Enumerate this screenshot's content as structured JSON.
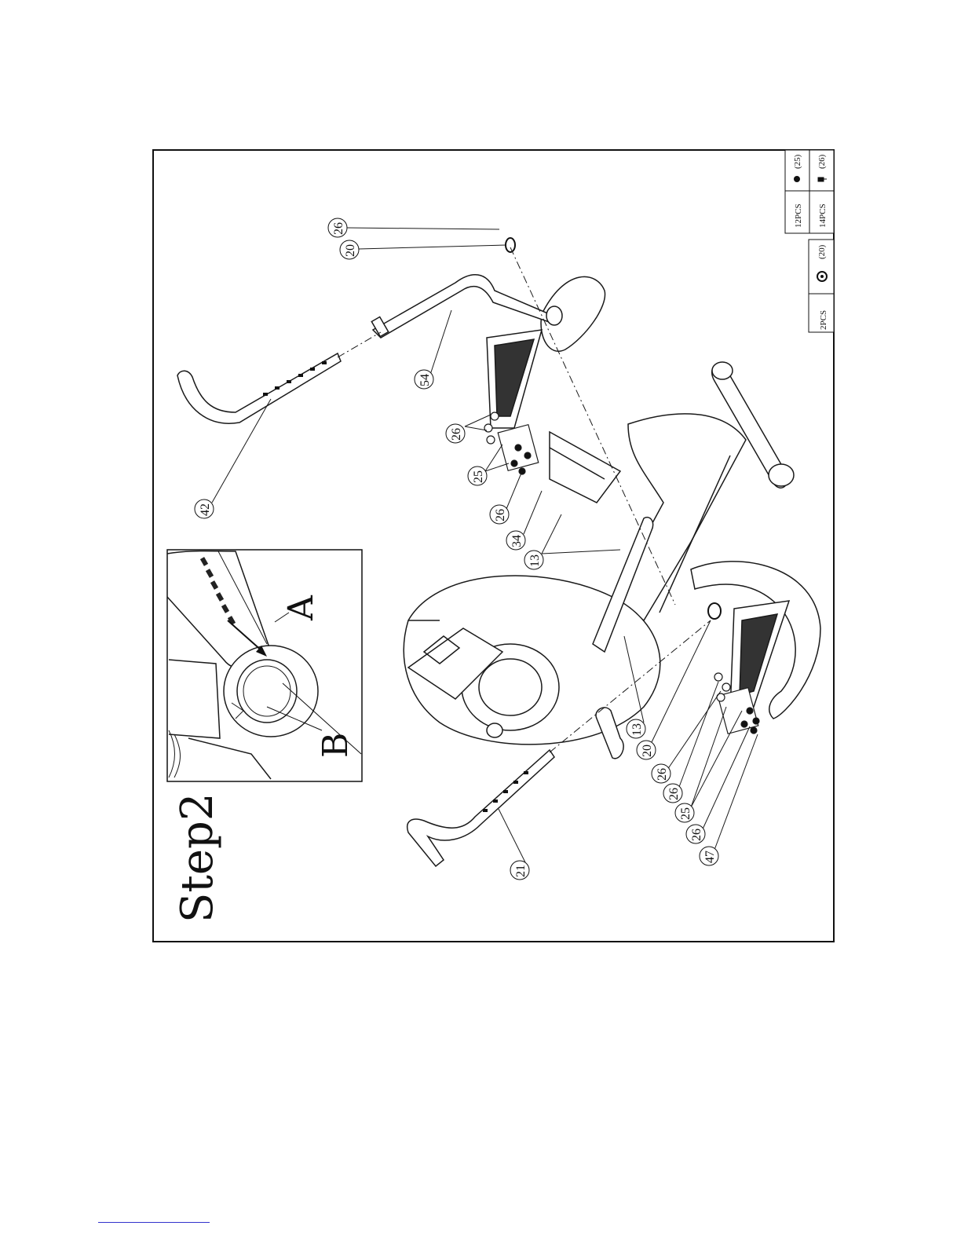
{
  "step_title": "Step2",
  "detail_labels": {
    "a": "A",
    "b": "B"
  },
  "hardware": [
    {
      "qty": "2PCS",
      "part": "(20)",
      "icon": "washer-icon"
    },
    {
      "qty": "12PCS",
      "part": "(25)",
      "icon": "nut-icon"
    },
    {
      "qty": "14PCS",
      "part": "(26)",
      "icon": "screw-icon"
    }
  ],
  "callouts": {
    "c26_top": "26",
    "c20_top": "20",
    "c54": "54",
    "c42": "42",
    "c26_ul": "26",
    "c25_u": "25",
    "c26_um": "26",
    "c34": "34",
    "c13_u": "13",
    "c13_l": "13",
    "c20_l": "20",
    "c26_l1": "26",
    "c26_l2": "26",
    "c25_l": "25",
    "c26_l3": "26",
    "c47": "47",
    "c21": "21"
  },
  "colors": {
    "line": "#1a1a1a",
    "link": "#3333cc"
  }
}
